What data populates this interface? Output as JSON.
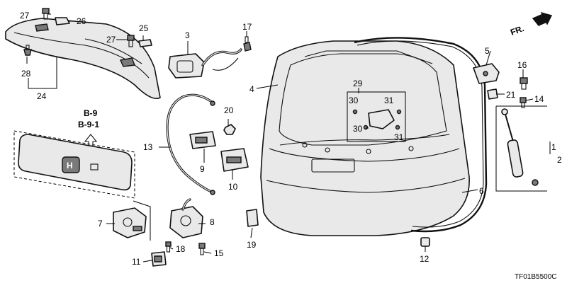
{
  "callouts": {
    "c1": "1",
    "c2": "2",
    "c3": "3",
    "c4": "4",
    "c5": "5",
    "c6": "6",
    "c7": "7",
    "c8": "8",
    "c9": "9",
    "c10": "10",
    "c11": "11",
    "c12": "12",
    "c13": "13",
    "c14": "14",
    "c15": "15",
    "c16": "16",
    "c17": "17",
    "c18": "18",
    "c19": "19",
    "c20": "20",
    "c21": "21",
    "c24": "24",
    "c25": "25",
    "c26": "26",
    "c27a": "27",
    "c27b": "27",
    "c28": "28",
    "c29": "29",
    "c30a": "30",
    "c30b": "30",
    "c31a": "31",
    "c31b": "31"
  },
  "refs": {
    "ref_a": "B-9",
    "ref_b": "B-9-1"
  },
  "direction_label": "FR.",
  "diagram_code": "TF01B5500C"
}
